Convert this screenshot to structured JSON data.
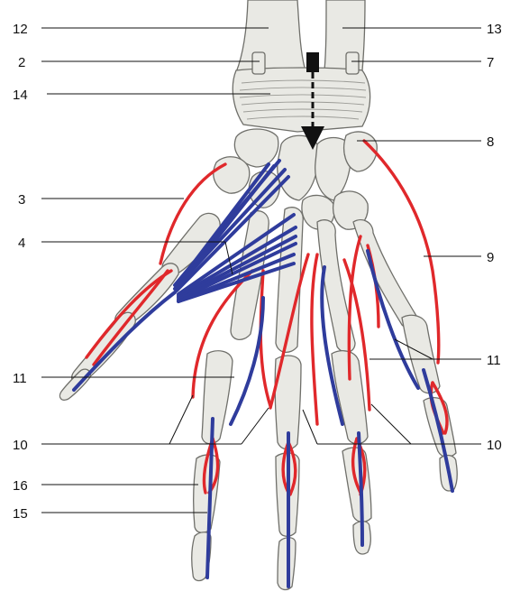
{
  "figure": {
    "labels": {
      "l12": "12",
      "l13": "13",
      "l2": "2",
      "l7": "7",
      "l14": "14",
      "l8": "8",
      "l3": "3",
      "l9": "9",
      "l4": "4",
      "l11_left": "11",
      "l11_right": "11",
      "l10_left": "10",
      "l10_right": "10",
      "l16": "16",
      "l15": "15"
    },
    "colors": {
      "bone": "#e9e9e4",
      "bone_outline": "#6f6f6a",
      "red_lines": "#e0282b",
      "blue_lines": "#2f3c9c",
      "arrow": "#111111"
    }
  }
}
